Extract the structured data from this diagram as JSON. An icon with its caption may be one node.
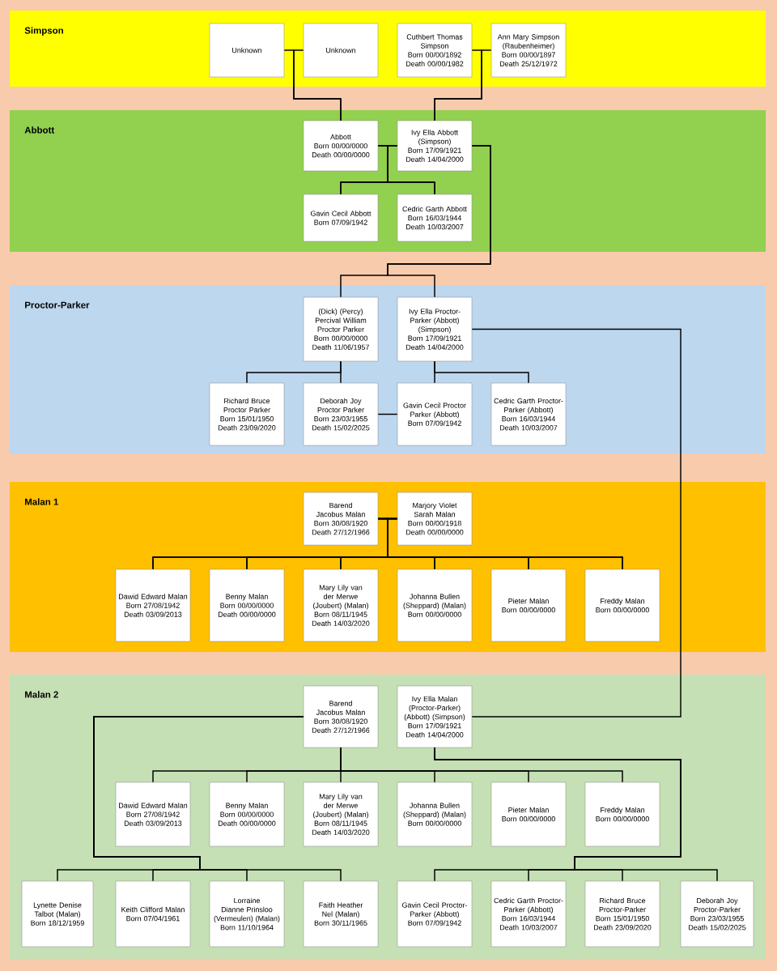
{
  "diagram": {
    "nodes": [
      {
        "text": [
          "Simpson"
        ]
      },
      {
        "text": [
          "Unknown"
        ],
        "in": 0
      },
      {
        "text": [
          "Unknown"
        ],
        "in": 0
      },
      {
        "text": [
          "Cuthbert Thomas Simpson",
          "Born 00/00/1892",
          "Death 00/00/1982"
        ],
        "in": 0
      },
      {
        "text": [
          "Ann Mary Simpson (Raubenheimer)",
          "Born 00/00/1897",
          "Death 25/12/1972"
        ],
        "in": 0
      },
      {
        "text": [
          "Abbott"
        ]
      },
      {
        "text": [
          "Abbott",
          "Born 00/00/0000",
          "Death 00/00/0000"
        ],
        "in": 5
      },
      {
        "text": [
          "Ivy Ella Abbott (Simpson)",
          "Born 17/09/1921",
          "Death 14/04/2000"
        ],
        "in": 5
      },
      {
        "text": [
          "Gavin Cecil Abbott",
          "Born 07/09/1942"
        ],
        "in": 5
      },
      {
        "text": [
          "Cedric Garth Abbott",
          "Born 16/03/1944",
          "Death 10/03/2007"
        ],
        "in": 5
      },
      {
        "text": [
          "Proctor-Parker"
        ]
      },
      {
        "text": [
          "(Dick) (Percy) Percival William Proctor Parker",
          "Born 00/00/0000",
          "Death 11/06/1957"
        ],
        "in": 10
      },
      {
        "text": [
          "Ivy Ella Proctor-Parker (Abbott) (Simpson)",
          "Born 17/09/1921",
          "Death 14/04/2000"
        ],
        "in": 10
      },
      {
        "text": [
          "Richard Bruce Proctor Parker",
          "Born 15/01/1950",
          "Death 23/09/2020"
        ],
        "in": 10
      },
      {
        "text": [
          "Deborah Joy Proctor Parker",
          "Born 23/03/1955",
          "Death 15/02/2025"
        ],
        "in": 10
      },
      {
        "text": [
          "Gavin Cecil Proctor Parker (Abbott)",
          "Born 07/09/1942"
        ],
        "in": 10
      },
      {
        "text": [
          "Cedric Garth Proctor-Parker (Abbott)",
          "Born 16/03/1944",
          "Death 10/03/2007"
        ],
        "in": 10
      },
      {
        "text": [
          "Malan 1"
        ]
      },
      {
        "text": [
          "Barend Jacobus Malan",
          "Born 30/08/1920",
          "Death 27/12/1966"
        ],
        "in": 17
      },
      {
        "text": [
          "Marjory Violet Sarah Malan",
          "Born 00/00/1918",
          "Death 00/00/0000"
        ],
        "in": 17
      },
      {
        "text": [
          "Dawid Edward Malan",
          "Born 27/08/1942",
          "Death 03/09/2013"
        ],
        "in": 17
      },
      {
        "text": [
          "Benny Malan",
          "Born 00/00/0000",
          "Death 00/00/0000"
        ],
        "in": 17
      },
      {
        "text": [
          "Mary Lily van der Merwe (Joubert) (Malan)",
          "Born 08/11/1945",
          "Death 14/03/2020"
        ],
        "in": 17
      },
      {
        "text": [
          "Johanna Bullen (Sheppard) (Malan)",
          "Born 00/00/0000"
        ],
        "in": 17
      },
      {
        "text": [
          "Pieter Malan",
          "Born 00/00/0000"
        ],
        "in": 17
      },
      {
        "text": [
          "Freddy Malan",
          "Born 00/00/0000"
        ],
        "in": 17
      },
      {
        "text": [
          "Malan 2"
        ]
      },
      {
        "text": [
          "Barend Jacobus Malan",
          "Born 30/08/1920",
          "Death 27/12/1966"
        ],
        "in": 26
      },
      {
        "text": [
          "Ivy Ella Malan (Proctor-Parker) (Abbott) (Simpson)",
          "Born 17/09/1921",
          "Death 14/04/2000"
        ],
        "in": 26
      },
      {
        "text": [
          "Dawid Edward Malan",
          "Born 27/08/1942",
          "Death 03/09/2013"
        ],
        "in": 26
      },
      {
        "text": [
          "Benny Malan",
          "Born 00/00/0000",
          "Death 00/00/0000"
        ],
        "in": 26
      },
      {
        "text": [
          "Mary Lily van der Merwe (Joubert) (Malan)",
          "Born 08/11/1945",
          "Death 14/03/2020"
        ],
        "in": 26
      },
      {
        "text": [
          "Johanna Bullen (Sheppard) (Malan)",
          "Born 00/00/0000"
        ],
        "in": 26
      },
      {
        "text": [
          "Pieter Malan",
          "Born 00/00/0000"
        ],
        "in": 26
      },
      {
        "text": [
          "Freddy Malan",
          "Born 00/00/0000"
        ],
        "in": 26
      },
      {
        "text": [
          "Lynette Denise Talbot (Malan)",
          "Born 18/12/1959"
        ],
        "in": 26
      },
      {
        "text": [
          "Keith Clifford Malan",
          "Born 07/04/1961"
        ],
        "in": 26
      },
      {
        "text": [
          "Lorraine Dianne Prinsloo (Vermeulen) (Malan)",
          "Born 11/10/1964"
        ],
        "in": 26
      },
      {
        "text": [
          "Faith Heather Nel (Malan)",
          "Born 30/11/1965"
        ],
        "in": 26
      },
      {
        "text": [
          "Gavin Cecil Proctor-Parker (Abbott)",
          "Born 07/09/1942"
        ],
        "in": 26
      },
      {
        "text": [
          "Cedric Garth Proctor-Parker (Abbott)",
          "Born 16/03/1944",
          "Death 10/03/2007"
        ],
        "in": 26
      },
      {
        "text": [
          "Richard Bruce Proctor-Parker",
          "Born 15/01/1950",
          "Death 23/09/2020"
        ],
        "in": 26
      },
      {
        "text": [
          "Deborah Joy Proctor-Parker",
          "Born 23/03/1955",
          "Death 15/02/2025"
        ],
        "in": 26
      }
    ],
    "edges": [
      {
        "from": 1,
        "to": 6,
        "arrow": "none"
      },
      {
        "from": 2,
        "to": 6,
        "arrow": "none"
      },
      {
        "from": 3,
        "to": 7,
        "arrow": "none"
      },
      {
        "from": 4,
        "to": 7,
        "arrow": "none"
      },
      {
        "from": 6,
        "to": 8,
        "arrow": "none"
      },
      {
        "from": 7,
        "to": 8,
        "arrow": "none"
      },
      {
        "from": 6,
        "to": 9,
        "arrow": "none"
      },
      {
        "from": 7,
        "to": 9,
        "arrow": "none"
      },
      {
        "from": 7,
        "to": 11,
        "arrow": "none"
      },
      {
        "from": 7,
        "to": 12,
        "arrow": "none"
      },
      {
        "from": 11,
        "to": 13,
        "arrow": "none"
      },
      {
        "from": 11,
        "to": 14,
        "arrow": "none"
      },
      {
        "from": 12,
        "to": 15,
        "arrow": "none"
      },
      {
        "from": 12,
        "to": 16,
        "arrow": "none"
      },
      {
        "from": 14,
        "to": 15,
        "arrow": "none"
      },
      {
        "from": 12,
        "to": 28,
        "arrow": "none"
      },
      {
        "from": 18,
        "to": 20,
        "arrow": "none"
      },
      {
        "from": 18,
        "to": 21,
        "arrow": "none"
      },
      {
        "from": 18,
        "to": 22,
        "arrow": "none"
      },
      {
        "from": 18,
        "to": 23,
        "arrow": "none"
      },
      {
        "from": 18,
        "to": 24,
        "arrow": "none"
      },
      {
        "from": 18,
        "to": 25,
        "arrow": "none"
      },
      {
        "from": 19,
        "to": 20,
        "arrow": "none"
      },
      {
        "from": 19,
        "to": 21,
        "arrow": "none"
      },
      {
        "from": 19,
        "to": 22,
        "arrow": "none"
      },
      {
        "from": 19,
        "to": 23,
        "arrow": "none"
      },
      {
        "from": 19,
        "to": 24,
        "arrow": "none"
      },
      {
        "from": 19,
        "to": 25,
        "arrow": "none"
      },
      {
        "from": 27,
        "to": 29,
        "arrow": "none"
      },
      {
        "from": 27,
        "to": 30,
        "arrow": "none"
      },
      {
        "from": 27,
        "to": 31,
        "arrow": "none"
      },
      {
        "from": 27,
        "to": 32,
        "arrow": "none"
      },
      {
        "from": 27,
        "to": 33,
        "arrow": "none"
      },
      {
        "from": 27,
        "to": 34,
        "arrow": "none"
      },
      {
        "from": 27,
        "to": 35,
        "arrow": "none"
      },
      {
        "from": 27,
        "to": 36,
        "arrow": "none"
      },
      {
        "from": 27,
        "to": 37,
        "arrow": "none"
      },
      {
        "from": 27,
        "to": 38,
        "arrow": "none"
      },
      {
        "from": 28,
        "to": 39,
        "arrow": "none"
      },
      {
        "from": 28,
        "to": 40,
        "arrow": "none"
      },
      {
        "from": 28,
        "to": 41,
        "arrow": "none"
      },
      {
        "from": 28,
        "to": 42,
        "arrow": "none"
      }
    ]
  }
}
